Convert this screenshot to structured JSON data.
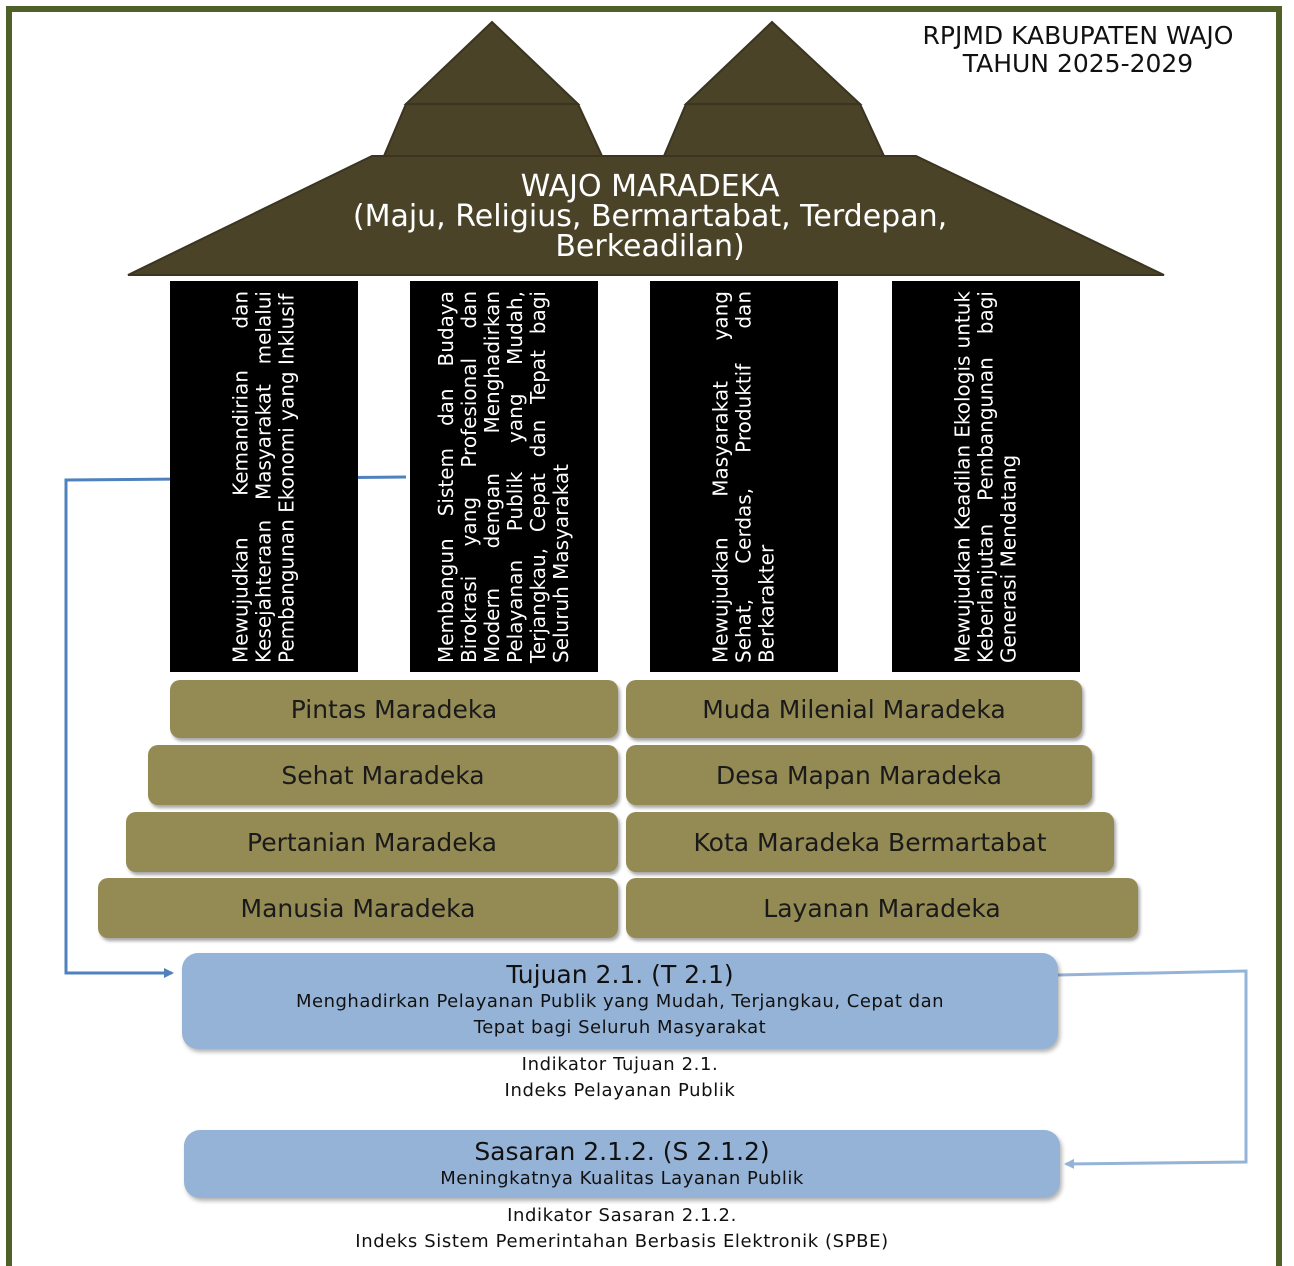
{
  "header": {
    "title_line1": "RPJMD KABUPATEN WAJO",
    "title_line2": "TAHUN 2025-2029"
  },
  "vision": {
    "line1": "WAJO MARADEKA",
    "line2": "(Maju, Religius, Bermartabat, Terdepan,",
    "line3": "Berkeadilan)"
  },
  "missions": [
    "Mewujudkan Kemandirian dan Kesejahteraan Masyarakat melalui Pembangunan Ekonomi yang Inklusif",
    "Membangun Sistem dan Budaya Birokrasi yang Profesional dan Modern dengan Menghadirkan Pelayanan Publik yang Mudah, Terjangkau, Cepat dan Tepat bagi Seluruh Masyarakat",
    "Mewujudkan Masyarakat yang Sehat, Cerdas, Produktif dan Berkarakter",
    "Mewujudkan Keadilan Ekologis untuk Keberlanjutan Pembangunan bagi Generasi Mendatang"
  ],
  "programs_left": [
    "Pintas Maradeka",
    "Sehat Maradeka",
    "Pertanian Maradeka",
    "Manusia Maradeka"
  ],
  "programs_right": [
    "Muda Milenial Maradeka",
    "Desa Mapan Maradeka",
    "Kota Maradeka Bermartabat",
    "Layanan Maradeka"
  ],
  "goal": {
    "title": "Tujuan 2.1. (T 2.1)",
    "line1": "Menghadirkan Pelayanan Publik yang Mudah, Terjangkau, Cepat dan",
    "line2": "Tepat bagi  Seluruh Masyarakat",
    "indicator_line1": "Indikator Tujuan 2.1.",
    "indicator_line2": "Indeks Pelayanan Publik"
  },
  "target": {
    "title": "Sasaran 2.1.2. (S 2.1.2)",
    "line1": "Meningkatnya Kualitas Layanan Publik",
    "indicator_line1": "Indikator Sasaran 2.1.2.",
    "indicator_line2": "Indeks Sistem Pemerintahan Berbasis Elektronik (SPBE)"
  },
  "colors": {
    "frame": "#4f6128",
    "roof": "#4a4328",
    "step": "#948a54",
    "goal_box": "#95b3d7",
    "arrow": "#4f81bd"
  }
}
